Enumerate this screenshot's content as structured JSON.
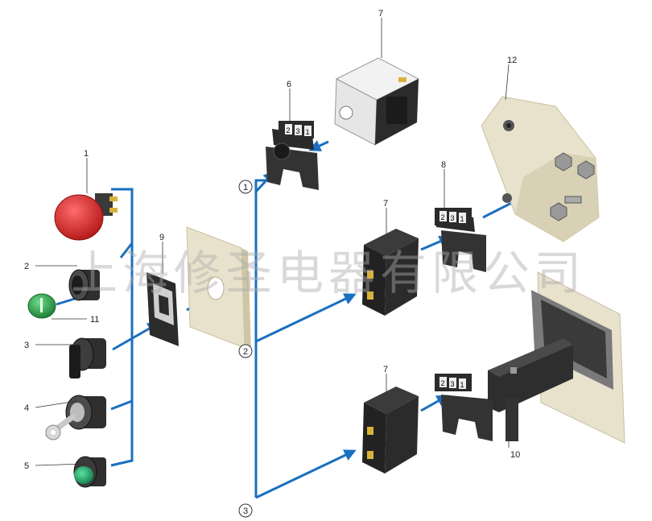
{
  "colors": {
    "connector": "#1a6fc0",
    "wall": "#e8e2cc",
    "dark": "#2a2a2a",
    "red": "#d42a2a",
    "green": "#2ea043",
    "circle_ring": "#333333"
  },
  "watermark": "上海修圣电器有限公司",
  "callouts": {
    "n1": "1",
    "n2": "2",
    "n3": "3",
    "n4": "4",
    "n5": "5",
    "n6": "6",
    "n7a": "7",
    "n7b": "7",
    "n7c": "7",
    "n8": "8",
    "n9": "9",
    "n10": "10",
    "n11": "11",
    "n12": "12"
  },
  "mounting_options": {
    "c1": "1",
    "c2": "2",
    "c3": "3"
  },
  "block_marks": {
    "a": [
      "2",
      "3",
      "1"
    ],
    "b": [
      "2",
      "3",
      "1"
    ],
    "c": [
      "2",
      "3",
      "1"
    ]
  }
}
